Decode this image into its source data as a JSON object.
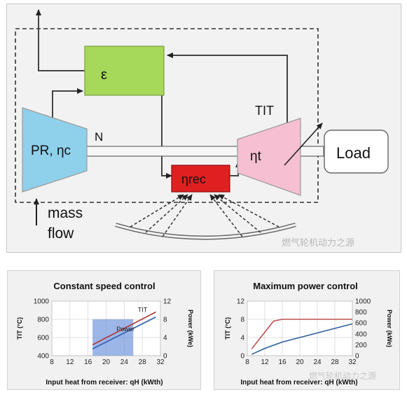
{
  "diagram": {
    "compressor_label": "PR, ηc",
    "recuperator_label": "ε",
    "receiver_label": "ηrec",
    "turbine_label": "ηt",
    "load_label": "Load",
    "tit_label": "TIT",
    "shaft_label": "N",
    "mass_flow_label": "mass flow",
    "watermark": "燃气轮机动力之源",
    "colors": {
      "compressor": "#8fd0ea",
      "recuperator": "#a6d85a",
      "receiver": "#e02020",
      "turbine": "#f6bfd2"
    }
  },
  "charts": [
    {
      "title": "Constant speed control",
      "xlabel": "Input heat from receiver: qH (kWth)",
      "ylabel_left": "TIT (°C)",
      "ylabel_right": "Power (kWe)",
      "x_ticks": [
        "8",
        "12",
        "16",
        "20",
        "24",
        "28",
        "32"
      ],
      "y_left_ticks": [
        "400",
        "600",
        "800",
        "1000"
      ],
      "y_right_ticks": [
        "0",
        "4",
        "8",
        "12"
      ],
      "series_labels": [
        "TIT",
        "Power"
      ]
    },
    {
      "title": "Maximum power control",
      "xlabel": "Input heat from receiver: qH (kWth)",
      "ylabel_left": "TIT (°C)",
      "ylabel_right": "Power (kWe)",
      "x_ticks": [
        "8",
        "12",
        "16",
        "20",
        "24",
        "28",
        "32"
      ],
      "y_left_ticks": [
        "0",
        "4",
        "8",
        "12"
      ],
      "y_right_ticks": [
        "0",
        "200",
        "400",
        "600",
        "800",
        "1000"
      ],
      "watermark": "燃气轮机动力之源"
    }
  ],
  "chart_data": [
    {
      "type": "line",
      "title": "Constant speed control",
      "xlabel": "Input heat from receiver: qH (kWth)",
      "ylabel": "TIT (°C)",
      "ylabel_right": "Power (kWe)",
      "xlim": [
        8,
        32
      ],
      "ylim": [
        400,
        1000
      ],
      "ylim_right": [
        0,
        12
      ],
      "shaded_region": {
        "x": [
          17,
          26
        ],
        "y": [
          400,
          800
        ]
      },
      "series": [
        {
          "name": "TIT",
          "axis": "left",
          "color": "#b03030",
          "x": [
            17,
            31
          ],
          "y": [
            520,
            880
          ]
        },
        {
          "name": "Power",
          "axis": "right",
          "color": "#3060b0",
          "x": [
            17,
            31
          ],
          "y": [
            1.5,
            8.5
          ]
        }
      ]
    },
    {
      "type": "line",
      "title": "Maximum power control",
      "xlabel": "Input heat from receiver: qH (kWth)",
      "ylabel": "TIT (°C)",
      "ylabel_right": "Power (kWe)",
      "xlim": [
        8,
        32
      ],
      "ylim": [
        0,
        12
      ],
      "ylim_right": [
        0,
        1000
      ],
      "series": [
        {
          "name": "",
          "axis": "left",
          "color": "#c05050",
          "x": [
            9,
            14,
            16,
            20,
            24,
            28,
            32
          ],
          "y": [
            1.5,
            7.6,
            8,
            8,
            8,
            8,
            8
          ]
        },
        {
          "name": "",
          "axis": "left",
          "color": "#2f5f9f",
          "x": [
            9,
            12,
            16,
            20,
            24,
            28,
            32
          ],
          "y": [
            0.3,
            1.6,
            3,
            4,
            5,
            6,
            7
          ]
        }
      ]
    }
  ]
}
